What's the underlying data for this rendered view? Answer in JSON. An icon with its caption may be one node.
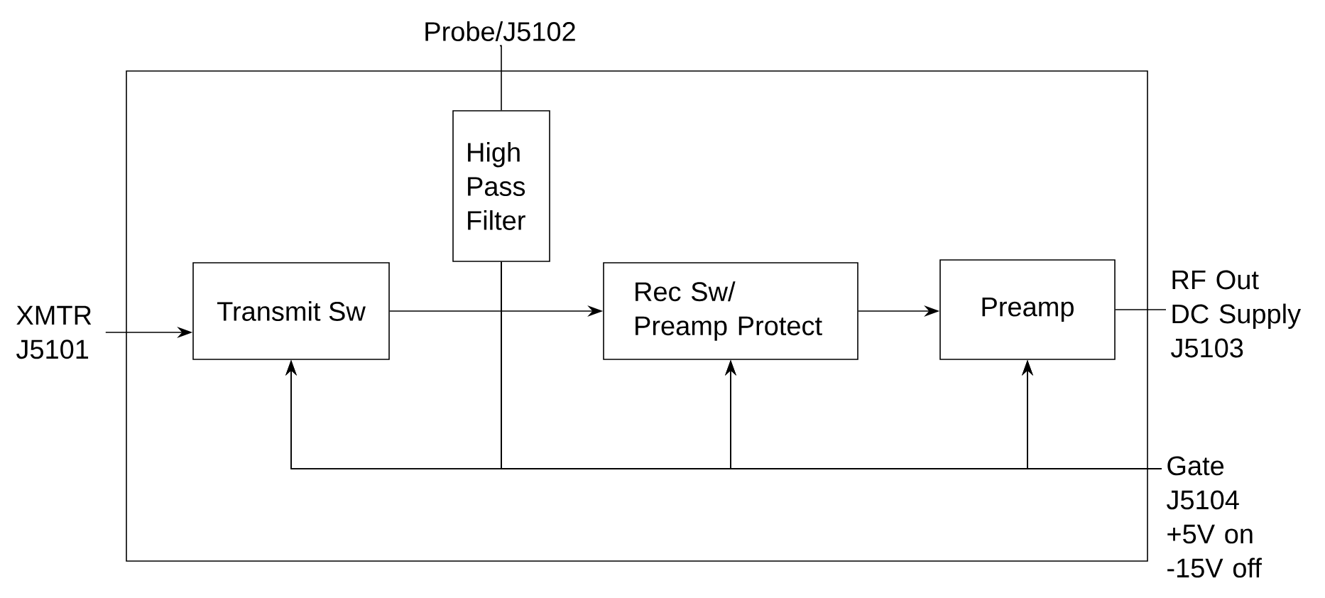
{
  "diagram": {
    "nodes": [
      {
        "text": [],
        "shape": "box"
      },
      {
        "text": [
          "Transmit Sw"
        ],
        "in": 0
      },
      {
        "text": [
          "High Pass Filter"
        ],
        "in": 0
      },
      {
        "text": [
          "Rec Sw/ Preamp Protect"
        ],
        "in": 0
      },
      {
        "text": [
          "Preamp"
        ],
        "in": 0
      },
      {
        "text": [
          "XMTR J5101"
        ]
      },
      {
        "text": [
          "Probe/J5102"
        ]
      },
      {
        "text": [
          "RF Out DC Supply J5103"
        ]
      },
      {
        "text": [
          "Gate J5104 +5V on -15V off"
        ]
      }
    ],
    "edges": [
      {
        "from": 5,
        "to": 1,
        "arrow": "to"
      },
      {
        "from": 1,
        "to": 3,
        "arrow": "to"
      },
      {
        "from": 3,
        "to": 4,
        "arrow": "to"
      },
      {
        "from": 6,
        "to": 2,
        "arrow": "none"
      },
      {
        "from": 4,
        "to": 7,
        "arrow": "none"
      },
      {
        "from": 8,
        "to": 1,
        "arrow": "to"
      },
      {
        "from": 8,
        "to": 3,
        "arrow": "to"
      },
      {
        "from": 8,
        "to": 4,
        "arrow": "to"
      },
      {
        "from": 2,
        "to": 1,
        "arrow": "to"
      },
      {
        "from": 2,
        "to": 3,
        "arrow": "to"
      },
      {
        "from": 2,
        "to": 4,
        "arrow": "to"
      }
    ]
  }
}
